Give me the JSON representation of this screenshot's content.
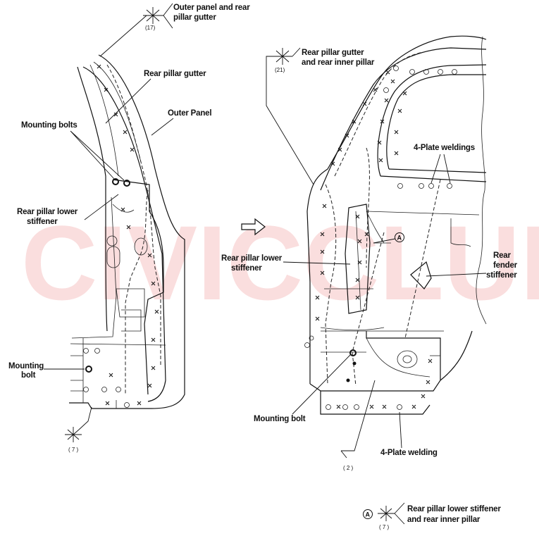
{
  "watermark": "CIVICCLUB.RU",
  "labels": {
    "left_outer_panel_gutter": [
      "Outer panel and rear",
      "pillar gutter"
    ],
    "left_outer_panel_gutter_num": "(17)",
    "left_rear_pillar_gutter": "Rear pillar gutter",
    "left_outer_panel": "Outer Panel",
    "left_mounting_bolts": "Mounting bolts",
    "left_lower_stiffener": [
      "Rear pillar lower",
      "stiffener"
    ],
    "left_mounting_bolt": [
      "Mounting",
      "bolt"
    ],
    "left_bottom_num": "( 7 )",
    "right_gutter_inner": [
      "Rear pillar gutter",
      "and rear inner pillar"
    ],
    "right_gutter_inner_num": "(21)",
    "right_4plate_weldings": "4-Plate weldings",
    "right_circle_a": "A",
    "right_lower_stiffener": [
      "Rear pillar lower",
      "stiffener"
    ],
    "right_fender_stiffener": [
      "Rear",
      "fender",
      "stiffener"
    ],
    "right_mounting_bolt": "Mounting bolt",
    "right_4plate_welding": "4-Plate welding",
    "right_bottom_num": "( 2 )",
    "legend_circle_a": "A",
    "legend_text": [
      "Rear pillar lower stiffener",
      "and rear inner pillar"
    ],
    "legend_num": "( 7 )"
  }
}
